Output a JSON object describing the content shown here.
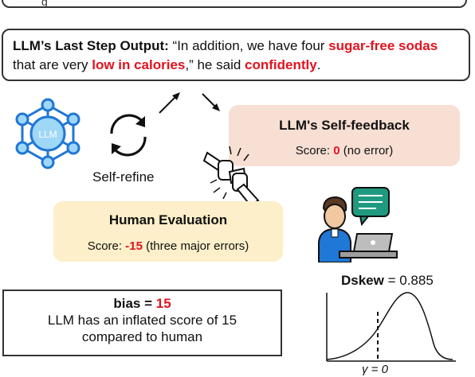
{
  "top_box": {
    "fragment": "g"
  },
  "output": {
    "label": "LLM’s Last Step Output:",
    "quote_part1": " “In addition, we have four ",
    "highlight1": "sugar-free sodas",
    "quote_part2": " that are very ",
    "highlight2": "low in calories",
    "quote_part3": ",” he said ",
    "highlight3": "confidently",
    "quote_end": "."
  },
  "llm_node": {
    "label": "LLM"
  },
  "self_refine": {
    "label": "Self-refine"
  },
  "self_feedback": {
    "title": "LLM's Self-feedback",
    "score_label": "Score: ",
    "score_value": "0",
    "score_note": " (no error)"
  },
  "human_eval": {
    "title": "Human Evaluation",
    "score_label": "Score: ",
    "score_value": "-15",
    "score_note": " (three major errors)"
  },
  "bias": {
    "label": "bias = ",
    "value": "15",
    "line2": "LLM has an inflated score of 15",
    "line3": "compared to human"
  },
  "dskew": {
    "label": "Dskew",
    "eq": " = 0.885"
  },
  "gamma": {
    "label": "γ = 0"
  },
  "colors": {
    "highlight_red": "#e3121d",
    "feedback_bg": "#f8dfd3",
    "human_bg": "#fcefc9",
    "llm_blue": "#1f77d6",
    "llm_light": "#9fd7f7"
  }
}
